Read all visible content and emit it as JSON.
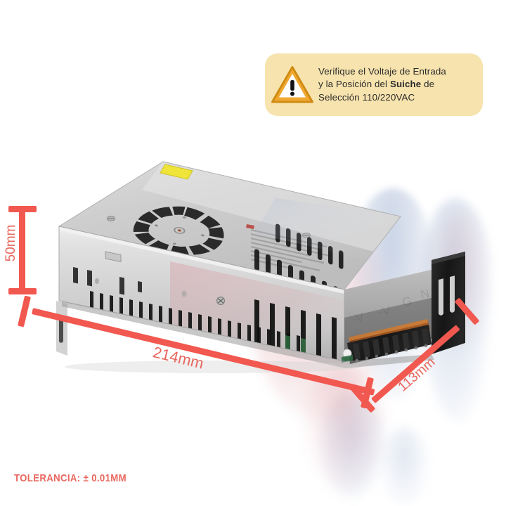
{
  "product": {
    "name": "switching-power-supply",
    "description": "Fuente de poder conmutada de carcasa metalica con ventilador y bloque de terminales"
  },
  "warning": {
    "icon": "warning-triangle-icon",
    "line1": "Verifique el Voltaje de Entrada",
    "line2_before": "y la Posición del ",
    "line2_bold": "Suiche",
    "line2_after": " de",
    "line3": "Selección 110/220VAC",
    "background_color": "#f7e3ae",
    "icon_fill": "#f0a830",
    "icon_stroke": "#d08c14",
    "text_color": "#2b2b2b"
  },
  "dimensions": {
    "height": {
      "label": "50mm",
      "value": 50,
      "unit": "mm",
      "orientation": "vertical"
    },
    "length": {
      "label": "214mm",
      "value": 214,
      "unit": "mm",
      "orientation": "diagonal"
    },
    "depth": {
      "label": "113mm",
      "value": 113,
      "unit": "mm",
      "orientation": "diagonal"
    },
    "line_color": "#f1584f",
    "label_color": "#e8675e"
  },
  "tolerance": {
    "label": "TOLERANCIA:  ± 0.01MM",
    "color": "#e8675e"
  },
  "colors": {
    "background": "#ffffff",
    "metal_light": "#e4e4e4",
    "metal_mid": "#c9c9c9",
    "metal_dark": "#9d9d9d",
    "terminal_copper": "#9c5526",
    "terminal_black": "#1c1c1c",
    "sticker_yellow": "#efe53a",
    "watermark_blue": "#a6b6d4",
    "watermark_pink": "#d68c96"
  }
}
